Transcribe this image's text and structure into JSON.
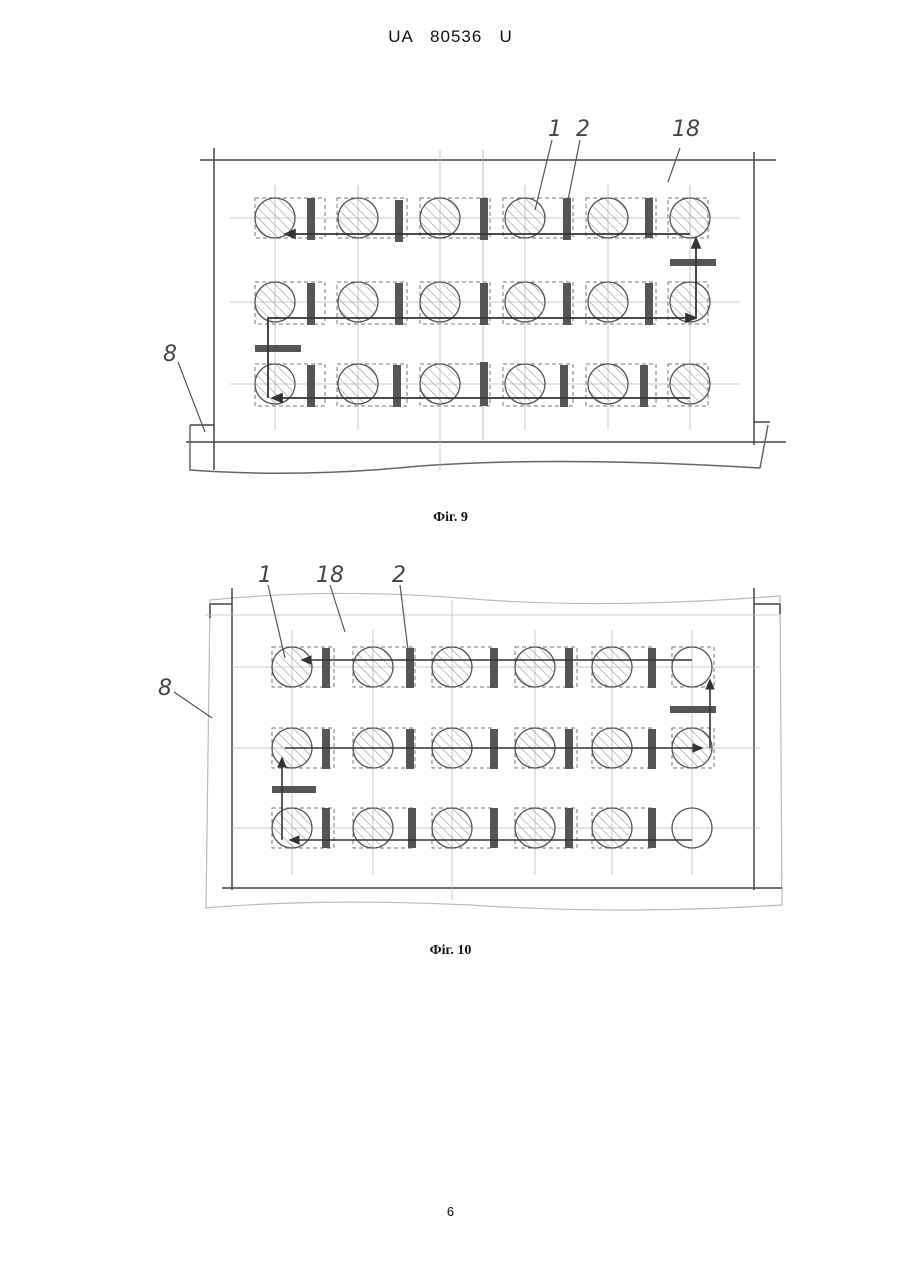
{
  "header": {
    "doc_number": "UA   80536   U"
  },
  "figure9": {
    "caption": "Фіг. 9",
    "labels": {
      "item1": "1",
      "item2": "2",
      "item18": "18",
      "item8": "8"
    }
  },
  "figure10": {
    "caption": "Фіг. 10",
    "labels": {
      "item1": "1",
      "item2": "2",
      "item18": "18",
      "item8": "8"
    }
  },
  "footer": {
    "page_number": "6"
  }
}
